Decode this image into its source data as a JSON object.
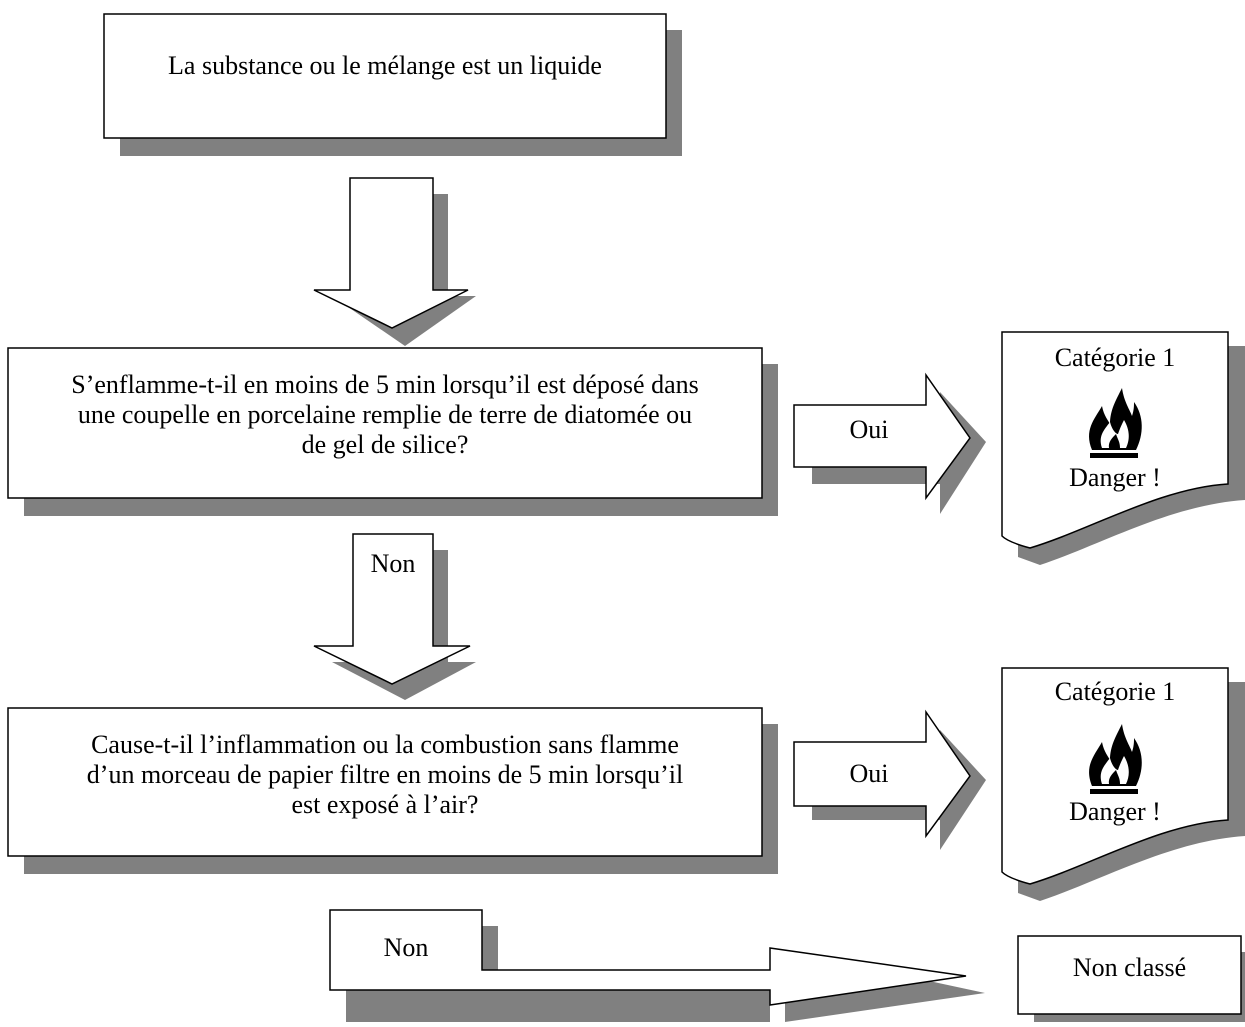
{
  "flowchart": {
    "start": "La substance ou le mélange est un liquide",
    "question1": "S’enflamme-t-il en moins de 5 min lorsqu’il est déposé dans\nune coupelle en porcelaine remplie de terre de diatomée ou\nde gel de silice?",
    "question2": "Cause-t-il l’inflammation ou la combustion sans flamme\nd’un morceau de papier filtre en moins de 5 min lorsqu’il\nest exposé à l’air?",
    "yes_label": "Oui",
    "no_label": "Non",
    "result1": {
      "category": "Catégorie 1",
      "signal": "Danger !",
      "pictogram": "flame-pictogram"
    },
    "result2": {
      "category": "Catégorie 1",
      "signal": "Danger !",
      "pictogram": "flame-pictogram"
    },
    "not_classified": "Non classé"
  },
  "colors": {
    "stroke": "#000000",
    "fill": "#ffffff",
    "shadow": "#808080"
  }
}
